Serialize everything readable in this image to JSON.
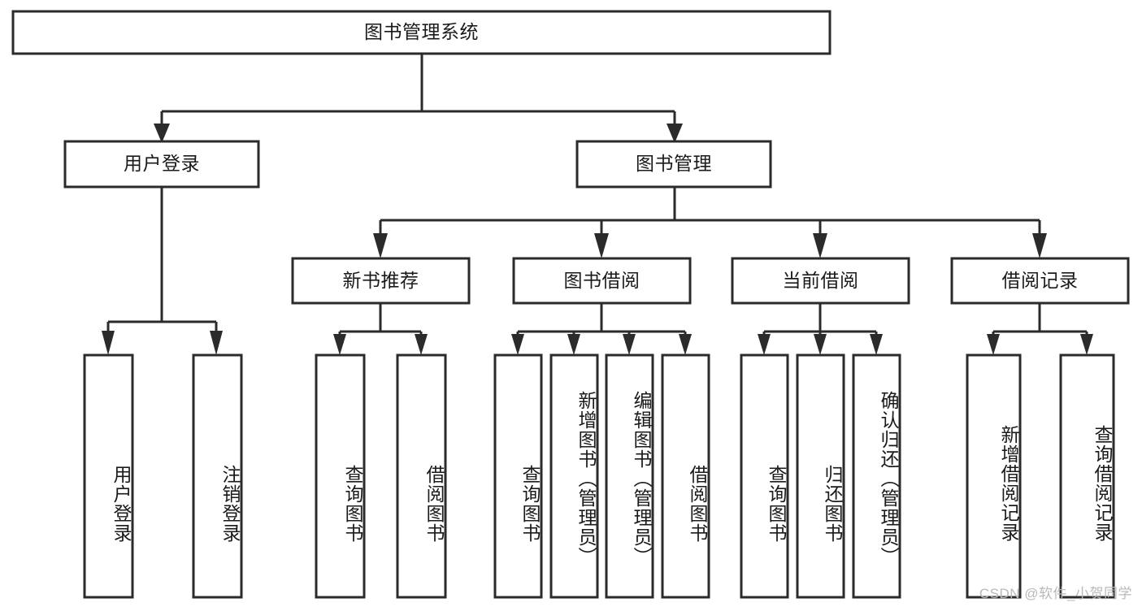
{
  "diagram": {
    "type": "tree-hierarchy",
    "title": "图书管理系统",
    "orientation": "top-down",
    "colors": {
      "box_fill": "#ffffff",
      "box_stroke": "#2b2b2b",
      "text": "#1a1a1a",
      "background": "#ffffff",
      "watermark": "#b9b9b9"
    },
    "nodes": {
      "root": {
        "label": "图书管理系统",
        "level": 0,
        "text_direction": "horizontal"
      },
      "level1": [
        {
          "id": "user-login",
          "label": "用户登录",
          "text_direction": "horizontal"
        },
        {
          "id": "book-management",
          "label": "图书管理",
          "text_direction": "horizontal"
        }
      ],
      "level2": [
        {
          "id": "new-book-recommend",
          "label": "新书推荐",
          "parent": "book-management",
          "text_direction": "horizontal"
        },
        {
          "id": "book-borrow",
          "label": "图书借阅",
          "parent": "book-management",
          "text_direction": "horizontal"
        },
        {
          "id": "current-borrow",
          "label": "当前借阅",
          "parent": "book-management",
          "text_direction": "horizontal"
        },
        {
          "id": "borrow-record",
          "label": "借阅记录",
          "parent": "book-management",
          "text_direction": "horizontal"
        }
      ],
      "leaves": [
        {
          "id": "leaf-user-login",
          "label": "用户登录",
          "parent": "user-login",
          "text_direction": "vertical"
        },
        {
          "id": "leaf-user-logout",
          "label": "注销登录",
          "parent": "user-login",
          "text_direction": "vertical"
        },
        {
          "id": "leaf-query-book-1",
          "label": "查询图书",
          "parent": "new-book-recommend",
          "text_direction": "vertical"
        },
        {
          "id": "leaf-borrow-book-1",
          "label": "借阅图书",
          "parent": "new-book-recommend",
          "text_direction": "vertical"
        },
        {
          "id": "leaf-query-book-2",
          "label": "查询图书",
          "parent": "book-borrow",
          "text_direction": "vertical"
        },
        {
          "id": "leaf-add-book",
          "label": "新增图书（管理员）",
          "parent": "book-borrow",
          "text_direction": "vertical"
        },
        {
          "id": "leaf-edit-book",
          "label": "编辑图书（管理员）",
          "parent": "book-borrow",
          "text_direction": "vertical"
        },
        {
          "id": "leaf-borrow-book-2",
          "label": "借阅图书",
          "parent": "book-borrow",
          "text_direction": "vertical"
        },
        {
          "id": "leaf-query-book-3",
          "label": "查询图书",
          "parent": "current-borrow",
          "text_direction": "vertical"
        },
        {
          "id": "leaf-return-book",
          "label": "归还图书",
          "parent": "current-borrow",
          "text_direction": "vertical"
        },
        {
          "id": "leaf-confirm-return",
          "label": "确认归还（管理员）",
          "parent": "current-borrow",
          "text_direction": "vertical"
        },
        {
          "id": "leaf-add-record",
          "label": "新增借阅记录",
          "parent": "borrow-record",
          "text_direction": "vertical"
        },
        {
          "id": "leaf-query-record",
          "label": "查询借阅记录",
          "parent": "borrow-record",
          "text_direction": "vertical"
        }
      ]
    }
  },
  "watermark": {
    "text": "CSDN @软件_小贺同学"
  }
}
